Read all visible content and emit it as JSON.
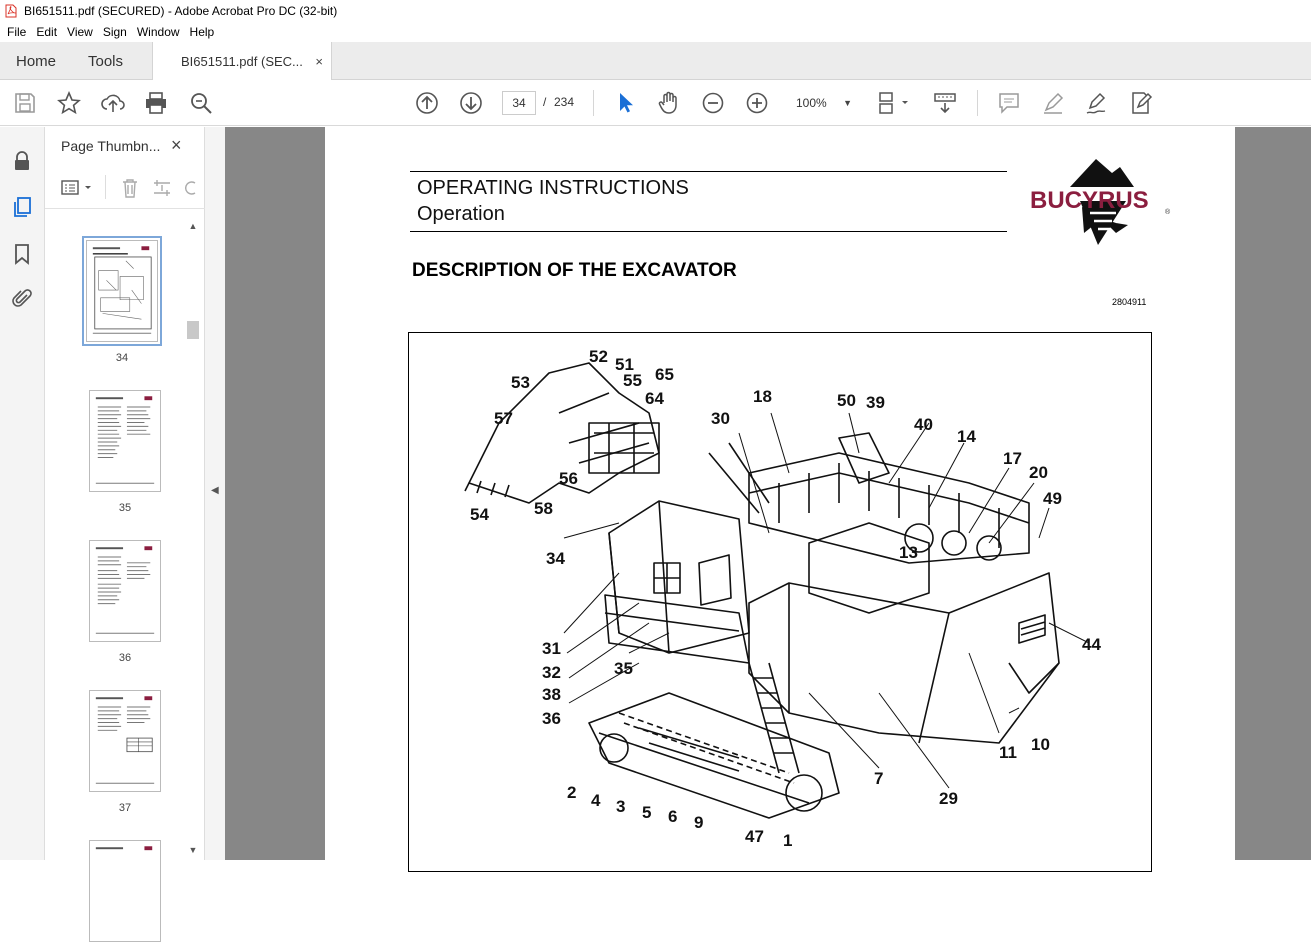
{
  "window": {
    "title": "BI651511.pdf (SECURED) - Adobe Acrobat Pro DC (32-bit)"
  },
  "menu": [
    "File",
    "Edit",
    "View",
    "Sign",
    "Window",
    "Help"
  ],
  "tabs": {
    "home": "Home",
    "tools": "Tools",
    "document": "BI651511.pdf (SEC...",
    "close": "×"
  },
  "toolbar": {
    "current_page": "34",
    "separator": "/",
    "total_pages": "234",
    "zoom": "100%"
  },
  "sidebar": {
    "panel_title": "Page Thumbnails",
    "panel_title_visible": "Page Thumbn...",
    "close": "×",
    "thumbnails": [
      {
        "label": "34"
      },
      {
        "label": "35"
      },
      {
        "label": "36"
      },
      {
        "label": "37"
      }
    ]
  },
  "document": {
    "header_line1": "OPERATING INSTRUCTIONS",
    "header_line2": "Operation",
    "logo_text": "BUCYRUS",
    "logo_mark": "®",
    "section_title": "DESCRIPTION OF THE EXCAVATOR",
    "doc_number": "2804911",
    "callouts": [
      "52",
      "51",
      "53",
      "55",
      "65",
      "57",
      "64",
      "30",
      "18",
      "50",
      "39",
      "40",
      "14",
      "17",
      "20",
      "49",
      "56",
      "54",
      "58",
      "34",
      "13",
      "31",
      "32",
      "35",
      "38",
      "36",
      "44",
      "11",
      "10",
      "2",
      "4",
      "3",
      "5",
      "6",
      "9",
      "47",
      "1",
      "7",
      "29"
    ]
  },
  "colors": {
    "logo": "#8b1e3f",
    "accent": "#1a6fd6",
    "doc_bg": "#878787"
  }
}
